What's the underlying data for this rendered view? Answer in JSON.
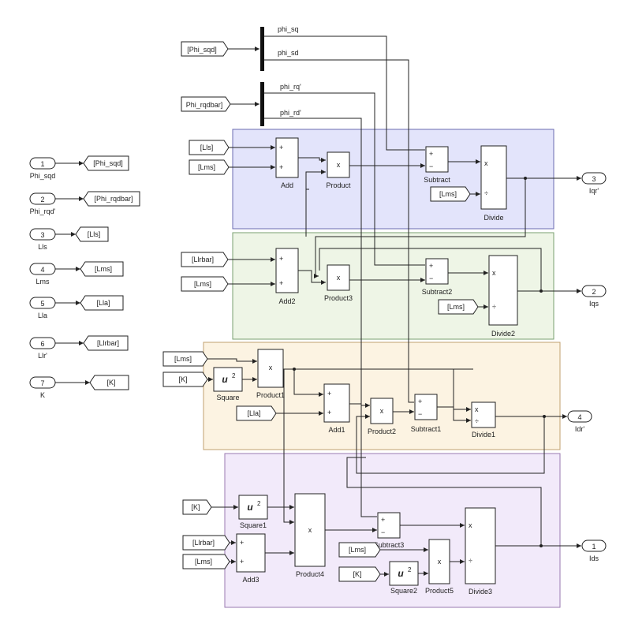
{
  "colors": {
    "region_blue": "#e3e4fb",
    "region_green": "#eef5e6",
    "region_orange": "#fcf3e2",
    "region_purple": "#f2eafa",
    "line": "#222222"
  },
  "inports": [
    {
      "num": "1",
      "name": "Phi_sqd",
      "tag": "[Phi_sqd]"
    },
    {
      "num": "2",
      "name": "Phi_rqd'",
      "tag": "[Phi_rqdbar]"
    },
    {
      "num": "3",
      "name": "Lls",
      "tag": "[Lls]"
    },
    {
      "num": "4",
      "name": "Lms",
      "tag": "[Lms]"
    },
    {
      "num": "5",
      "name": "Lla",
      "tag": "[Lla]"
    },
    {
      "num": "6",
      "name": "Llr'",
      "tag": "[Llrbar]"
    },
    {
      "num": "7",
      "name": "K",
      "tag": "[K]"
    }
  ],
  "demux_inputs": {
    "phi_sqd": "[Phi_sqd]",
    "phi_rqdbar": "Phi_rqdbar]"
  },
  "demux_signals": {
    "phi_sq": "phi_sq",
    "phi_sd": "phi_sd",
    "phi_rq": "phi_rq'",
    "phi_rd": "phi_rd'"
  },
  "gotos": {
    "lls1": "[Lls]",
    "lms1": "[Lms]",
    "lms_div": "[Lms]",
    "llrbar2": "[Llrbar]",
    "lms2": "[Lms]",
    "lms_div2": "[Lms]",
    "lms3": "[Lms]",
    "k3": "[K]",
    "lla3": "[Lla]",
    "k4": "[K]",
    "llrbar4": "[Llrbar]",
    "lms4": "[Lms]",
    "lms5": "[Lms]",
    "k5": "[K]"
  },
  "blocks": {
    "add": "Add",
    "product": "Product",
    "subtract": "Subtract",
    "divide": "Divide",
    "add2": "Add2",
    "product3": "Product3",
    "subtract2": "Subtract2",
    "divide2": "Divide2",
    "square": "Square",
    "product1": "Product1",
    "add1": "Add1",
    "product2": "Product2",
    "subtract1": "Subtract1",
    "divide1": "Divide1",
    "square1": "Square1",
    "add3": "Add3",
    "product4": "Product4",
    "subtract3": "Subtract3",
    "product5": "Product5",
    "square2": "Square2",
    "divide3": "Divide3"
  },
  "symbols": {
    "plus": "+",
    "minus": "−",
    "times": "x",
    "div": "÷",
    "u": "u",
    "sq": "2"
  },
  "outports": [
    {
      "num": "3",
      "name": "Iqr'"
    },
    {
      "num": "2",
      "name": "Iqs"
    },
    {
      "num": "4",
      "name": "Idr'"
    },
    {
      "num": "1",
      "name": "Ids"
    }
  ]
}
